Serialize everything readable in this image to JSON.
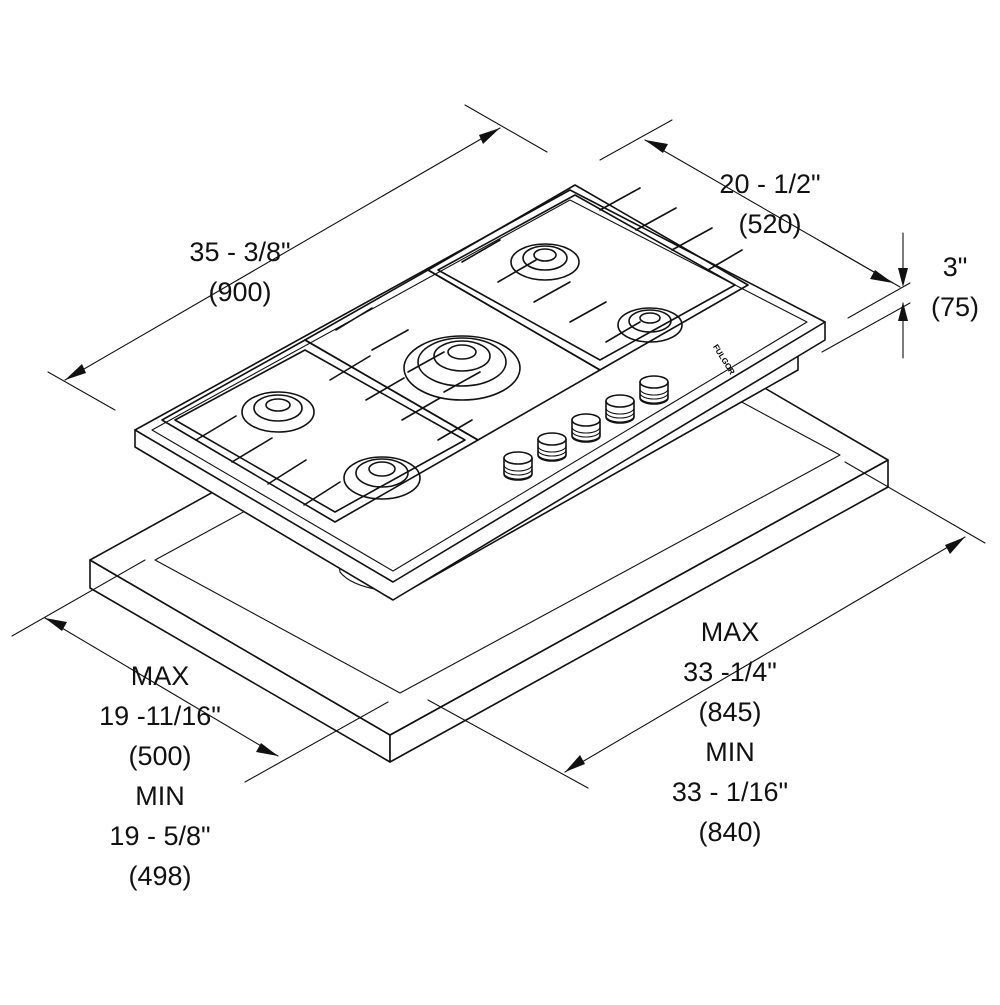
{
  "dimensions": {
    "width": {
      "imperial": "35 - 3/8\"",
      "metric": "(900)"
    },
    "depth": {
      "imperial": "20 - 1/2\"",
      "metric": "(520)"
    },
    "height": {
      "imperial": "3\"",
      "metric": "(75)"
    },
    "cutout_depth": {
      "max_label": "MAX",
      "max_imperial": "19 -11/16\"",
      "max_metric": "(500)",
      "min_label": "MIN",
      "min_imperial": "19 - 5/8\"",
      "min_metric": "(498)"
    },
    "cutout_width": {
      "max_label": "MAX",
      "max_imperial": "33 -1/4\"",
      "max_metric": "(845)",
      "min_label": "MIN",
      "min_imperial": "33 - 1/16\"",
      "min_metric": "(840)"
    }
  },
  "cooktop": {
    "burner_count": 5,
    "knob_count": 5,
    "grate_count": 3,
    "brand_mark": "FULGOR"
  }
}
